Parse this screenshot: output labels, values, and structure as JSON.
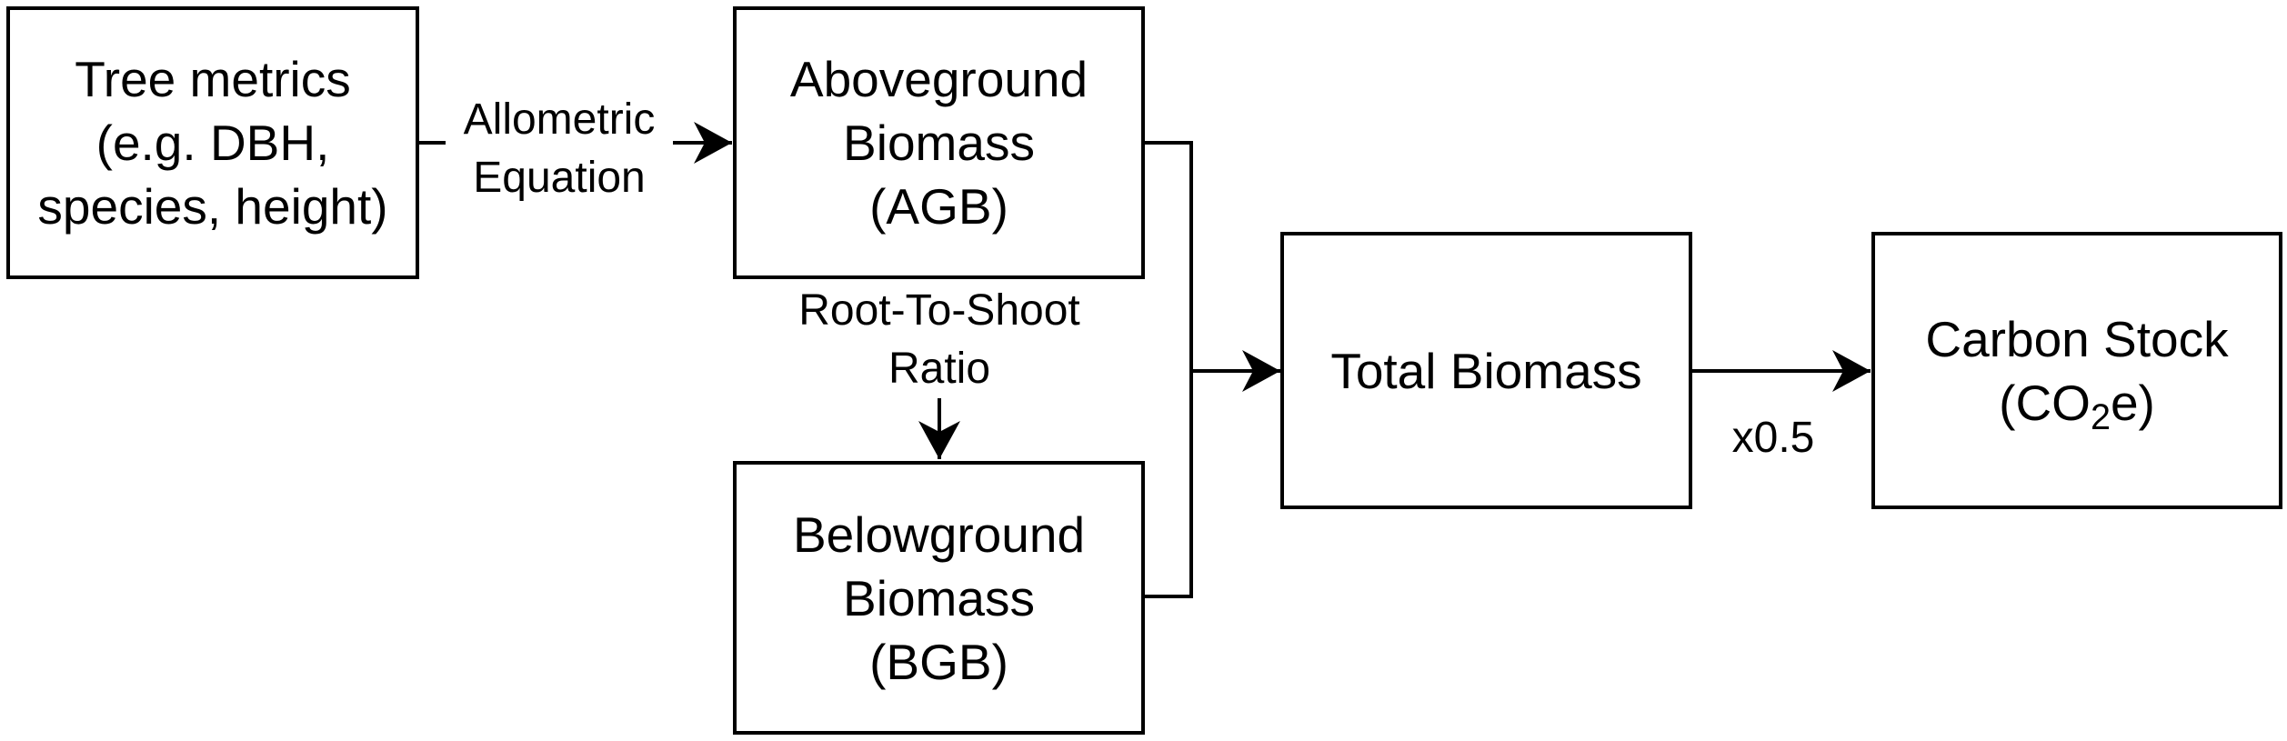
{
  "nodes": {
    "tree_metrics": {
      "lines": [
        "Tree metrics",
        "(e.g. DBH,",
        "species, height)"
      ]
    },
    "agb": {
      "lines": [
        "Aboveground",
        "Biomass",
        "(AGB)"
      ]
    },
    "bgb": {
      "lines": [
        "Belowground",
        "Biomass",
        "(BGB)"
      ]
    },
    "total": {
      "label": "Total Biomass"
    },
    "carbon": {
      "line1": "Carbon Stock",
      "line2_pre": "(CO",
      "line2_sub": "2",
      "line2_post": "e)"
    }
  },
  "edges": {
    "allometric": [
      "Allometric",
      "Equation"
    ],
    "root_to_shoot": [
      "Root-To-Shoot",
      "Ratio"
    ],
    "factor": "x0.5"
  },
  "colors": {
    "stroke": "#000000",
    "background": "#ffffff"
  }
}
